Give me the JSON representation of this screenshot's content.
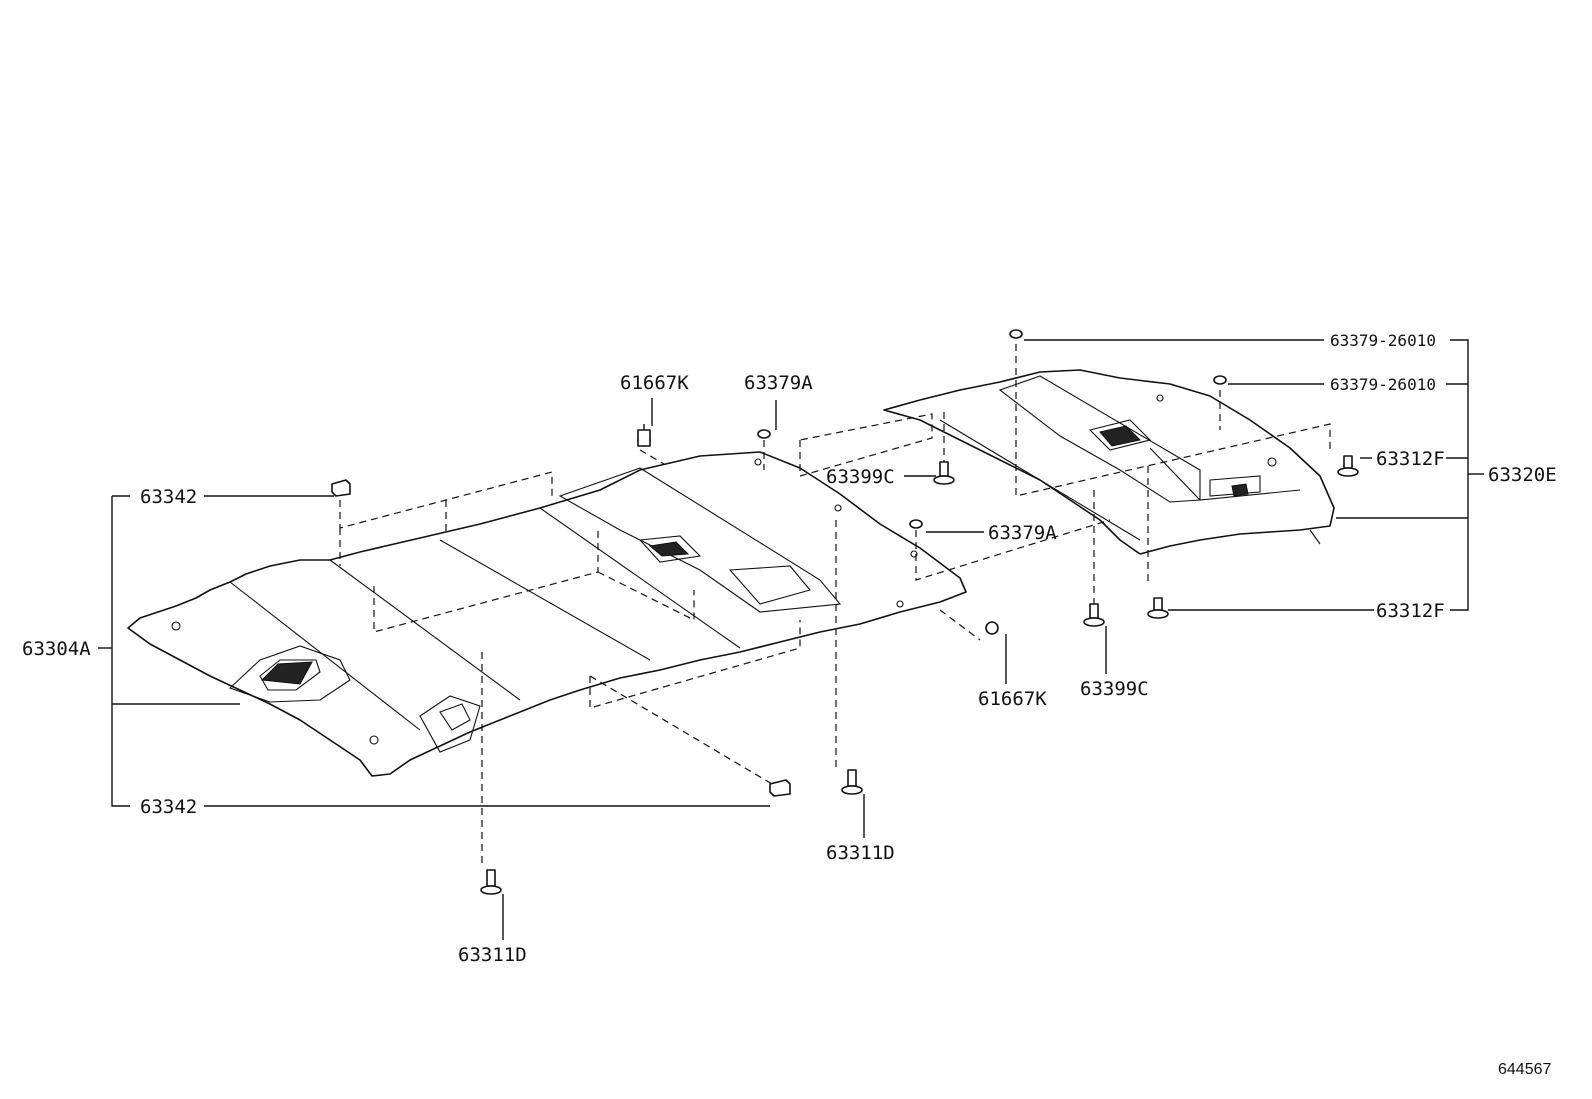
{
  "diagram": {
    "reference_number": "644567",
    "parts": {
      "p63342_top": "63342",
      "p63342_bottom": "63342",
      "p63304A": "63304A",
      "p61667K_top": "61667K",
      "p61667K_bottom": "61667K",
      "p63379A_top": "63379A",
      "p63379A_mid": "63379A",
      "p63399C_top": "63399C",
      "p63399C_bottom": "63399C",
      "p63311D_mid": "63311D",
      "p63311D_bottom": "63311D",
      "p63379_26010_a": "63379-26010",
      "p63379_26010_b": "63379-26010",
      "p63312F_top": "63312F",
      "p63312F_bottom": "63312F",
      "p63320E": "63320E"
    }
  }
}
